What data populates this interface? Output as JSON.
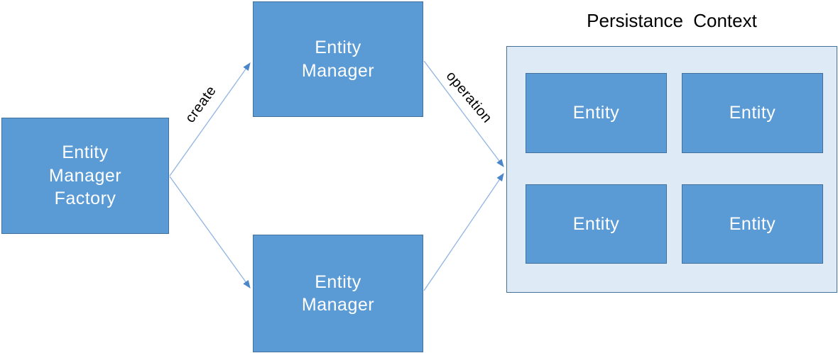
{
  "diagram": {
    "title": "Persistance Context",
    "nodes": {
      "factory": "Entity\nManager\nFactory",
      "entity_manager_top": "Entity\nManager",
      "entity_manager_bottom": "Entity\nManager",
      "entities": [
        "Entity",
        "Entity",
        "Entity",
        "Entity"
      ]
    },
    "edges": {
      "create_label": "create",
      "operation_label": "operation"
    },
    "colors": {
      "node_fill": "#5b9bd5",
      "node_border": "#41719c",
      "container_fill": "#deeaf6",
      "container_border": "#41719c",
      "connector_line": "#8fb4e3",
      "arrowhead": "#4a86c8",
      "node_text": "#ffffff",
      "label_text": "#000000"
    }
  }
}
